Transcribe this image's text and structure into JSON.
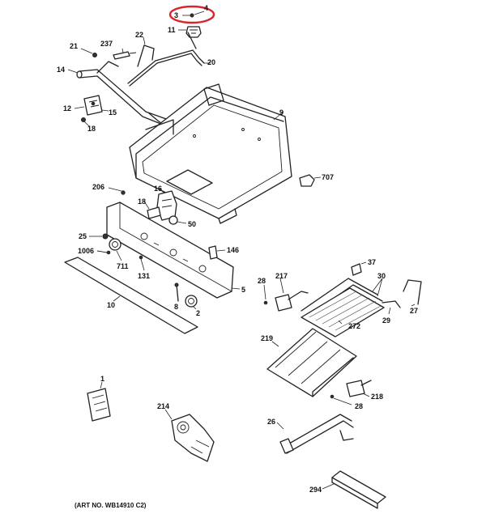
{
  "highlight_color": "#d9262c",
  "art_number": "(ART NO. WB14910 C2)",
  "labels": {
    "p4": "4",
    "p3": "3",
    "p11": "11",
    "p21": "21",
    "p237": "237",
    "p22": "22",
    "p20": "20",
    "p14": "14",
    "p12": "12",
    "p15": "15",
    "p18a": "18",
    "p9": "9",
    "p707": "707",
    "p206": "206",
    "p16": "16",
    "p18b": "18",
    "p50": "50",
    "p25": "25",
    "p1006": "1006",
    "p711": "711",
    "p131": "131",
    "p146": "146",
    "p10": "10",
    "p8": "8",
    "p2": "2",
    "p5": "5",
    "p28a": "28",
    "p217": "217",
    "p37": "37",
    "p30": "30",
    "p27": "27",
    "p29": "29",
    "p272": "272",
    "p219": "219",
    "p218": "218",
    "p28b": "28",
    "p1": "1",
    "p214": "214",
    "p26": "26",
    "p294": "294"
  }
}
